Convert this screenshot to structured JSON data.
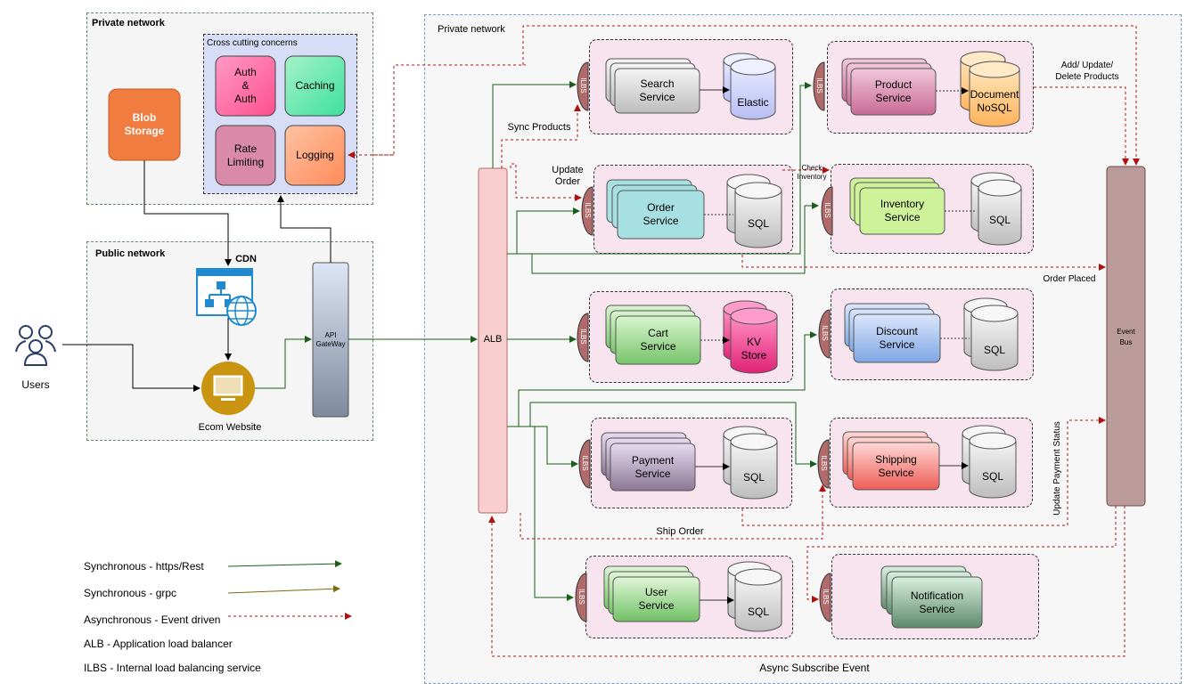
{
  "zones": {
    "private_left": "Private network",
    "cross_cutting": "Cross cutting concerns",
    "public": "Public network",
    "private_right": "Private network"
  },
  "cross_cutting": {
    "auth": "Auth\n&\nAuth",
    "caching": "Caching",
    "rate_limiting": "Rate\nLimiting",
    "logging": "Logging"
  },
  "blob_storage": "Blob\nStorage",
  "cdn": "CDN",
  "users": "Users",
  "ecom_website": "Ecom Website",
  "api_gateway": "API\nGateWay",
  "alb": "ALB",
  "event_bus": "Event\nBus",
  "ilbs": "ILBS",
  "services": {
    "search": {
      "name": "Search\nService",
      "store": "Elastic"
    },
    "product": {
      "name": "Product\nService",
      "store": "Document\nNoSQL"
    },
    "order": {
      "name": "Order\nService",
      "store": "SQL"
    },
    "inventory": {
      "name": "Inventory\nService",
      "store": "SQL"
    },
    "cart": {
      "name": "Cart\nService",
      "store": "KV\nStore"
    },
    "discount": {
      "name": "Discount\nService",
      "store": "SQL"
    },
    "payment": {
      "name": "Payment\nService",
      "store": "SQL"
    },
    "shipping": {
      "name": "Shipping\nService",
      "store": "SQL"
    },
    "user": {
      "name": "User\nService",
      "store": "SQL"
    },
    "notification": {
      "name": "Notification\nService"
    }
  },
  "edge_labels": {
    "sync_products": "Sync Products",
    "update_order": "Update\nOrder",
    "check_inventory": "Check\nInventory",
    "add_update_delete": "Add/ Update/\nDelete Products",
    "order_placed": "Order Placed",
    "update_payment_status": "Update Payment Status",
    "ship_order": "Ship Order",
    "async_subscribe": "Async Subscribe Event"
  },
  "legend": {
    "sync_rest": "Synchronous - https/Rest",
    "sync_grpc": "Synchronous - grpc",
    "async": "Asynchronous - Event driven",
    "alb": "ALB - Application load balancer",
    "ilbs": "ILBS - Internal load balancing service"
  },
  "colors": {
    "sync_rest": "#1a5e1a",
    "sync_grpc": "#7a6a16",
    "async": "#b01010"
  }
}
